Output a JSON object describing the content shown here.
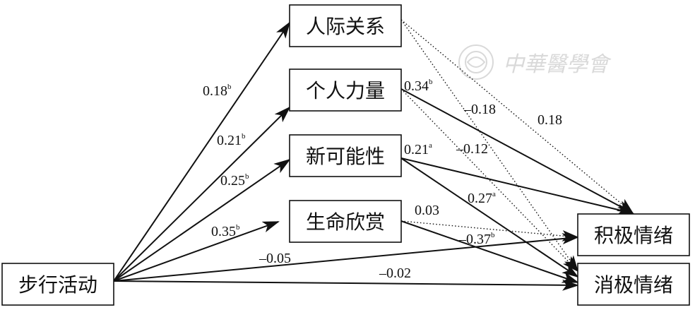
{
  "nodes": {
    "walking": "步行活动",
    "relationships": "人际关系",
    "personal_strength": "个人力量",
    "new_possibilities": "新可能性",
    "appreciation_of_life": "生命欣赏",
    "positive_emotion": "积极情绪",
    "negative_emotion": "消极情绪"
  },
  "paths": [
    {
      "from": "walking",
      "to": "relationships",
      "coef": "0.18",
      "sup": "b",
      "style": "solid"
    },
    {
      "from": "walking",
      "to": "personal_strength",
      "coef": "0.21",
      "sup": "b",
      "style": "solid"
    },
    {
      "from": "walking",
      "to": "new_possibilities",
      "coef": "0.25",
      "sup": "b",
      "style": "solid"
    },
    {
      "from": "walking",
      "to": "appreciation_of_life",
      "coef": "0.35",
      "sup": "b",
      "style": "solid"
    },
    {
      "from": "walking",
      "to": "positive_emotion",
      "coef": "–0.05",
      "sup": "",
      "style": "solid"
    },
    {
      "from": "walking",
      "to": "negative_emotion",
      "coef": "–0.02",
      "sup": "",
      "style": "solid"
    },
    {
      "from": "relationships",
      "to": "positive_emotion",
      "coef": "0.18",
      "sup": "",
      "style": "dotted"
    },
    {
      "from": "relationships",
      "to": "negative_emotion",
      "coef": "–0.18",
      "sup": "",
      "style": "dotted"
    },
    {
      "from": "personal_strength",
      "to": "positive_emotion",
      "coef": "0.34",
      "sup": "b",
      "style": "solid"
    },
    {
      "from": "personal_strength",
      "to": "negative_emotion",
      "coef": "–0.12",
      "sup": "",
      "style": "dotted"
    },
    {
      "from": "new_possibilities",
      "to": "positive_emotion",
      "coef": "0.21",
      "sup": "a",
      "style": "solid"
    },
    {
      "from": "new_possibilities",
      "to": "negative_emotion",
      "coef": "0.27",
      "sup": "a",
      "style": "solid"
    },
    {
      "from": "appreciation_of_life",
      "to": "positive_emotion",
      "coef": "0.03",
      "sup": "",
      "style": "dotted"
    },
    {
      "from": "appreciation_of_life",
      "to": "negative_emotion",
      "coef": "–0.37",
      "sup": "b",
      "style": "solid"
    }
  ],
  "watermark": {
    "text": "中華醫學會",
    "color": "#d9d9d9"
  },
  "colors": {
    "stroke": "#111111",
    "background": "#ffffff"
  }
}
